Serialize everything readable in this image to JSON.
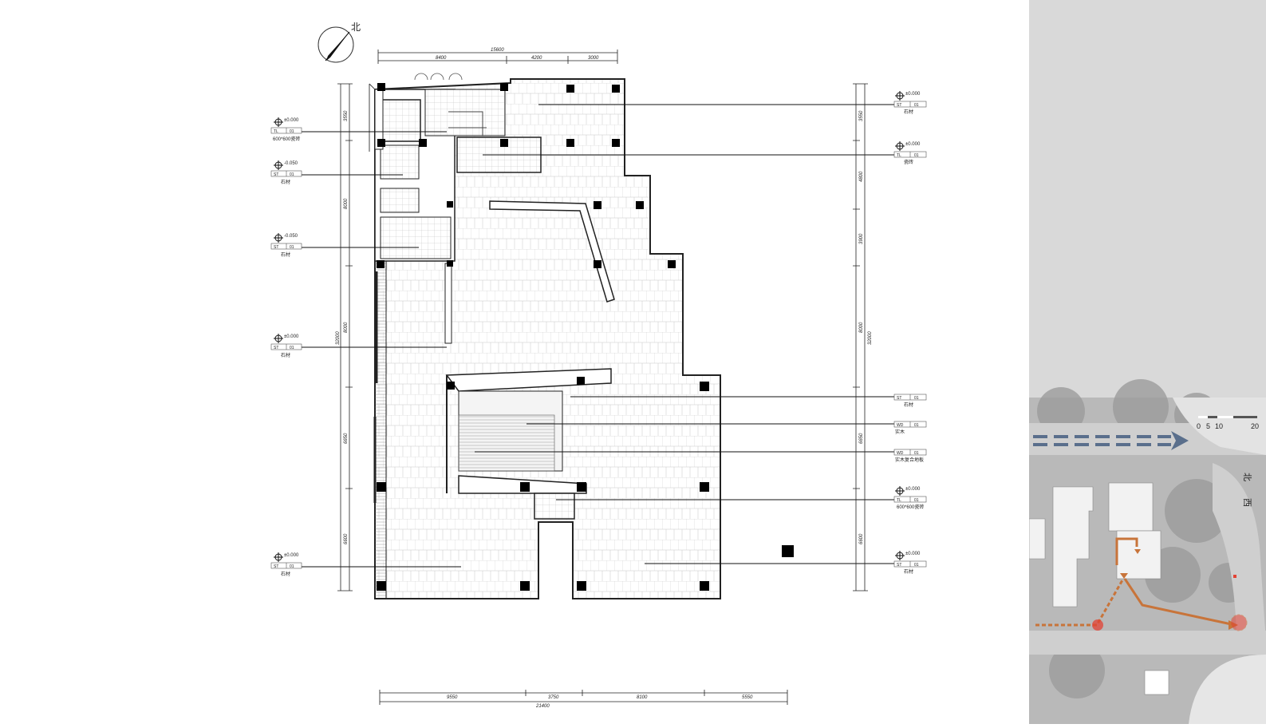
{
  "north_label": "北",
  "top_dims": {
    "total": "15600",
    "segments": [
      "8400",
      "4200",
      "3000"
    ]
  },
  "bottom_dims": {
    "total": "21400",
    "segments": [
      "9550",
      "3750",
      "8100",
      "5550"
    ]
  },
  "left_dims": {
    "total": "32000",
    "segments": [
      "3550",
      "8000",
      "8000",
      "6650",
      "6600"
    ]
  },
  "right_dims": {
    "total": "32000",
    "segments": [
      "3550",
      "4800",
      "3900",
      "8000",
      "6650",
      "6600"
    ]
  },
  "left_tags": [
    {
      "level": "±0.000",
      "code": "TL",
      "num": "01",
      "material": "600*600瓷砖"
    },
    {
      "level": "-0.050",
      "code": "ST",
      "num": "01",
      "material": "石材"
    },
    {
      "level": "-0.050",
      "code": "ST",
      "num": "01",
      "material": "石材"
    },
    {
      "level": "±0.000",
      "code": "ST",
      "num": "01",
      "material": "石材"
    },
    {
      "level": "±0.000",
      "code": "ST",
      "num": "01",
      "material": "石材"
    }
  ],
  "right_tags": [
    {
      "level": "±0.000",
      "code": "ST",
      "num": "01",
      "material": "石材"
    },
    {
      "level": "±0.000",
      "code": "TL",
      "num": "01",
      "material": "瓷砖"
    },
    {
      "level": "",
      "code": "ST",
      "num": "01",
      "material": "石材"
    },
    {
      "level": "",
      "code": "WD",
      "num": "01",
      "material": "实木"
    },
    {
      "level": "",
      "code": "WD",
      "num": "01",
      "material": "实木复合地板"
    },
    {
      "level": "±0.000",
      "code": "TL",
      "num": "01",
      "material": "600*600瓷砖"
    },
    {
      "level": "±0.000",
      "code": "ST",
      "num": "01",
      "material": "石材"
    }
  ],
  "site_map": {
    "scale_ticks": [
      "0",
      "5",
      "10",
      "20"
    ],
    "road_labels": [
      "北",
      "西"
    ],
    "colors": {
      "route": "#c8743a",
      "road_arrow": "#5a6f8c",
      "marker": "#e34234",
      "panel": "#d9d9d9"
    }
  }
}
